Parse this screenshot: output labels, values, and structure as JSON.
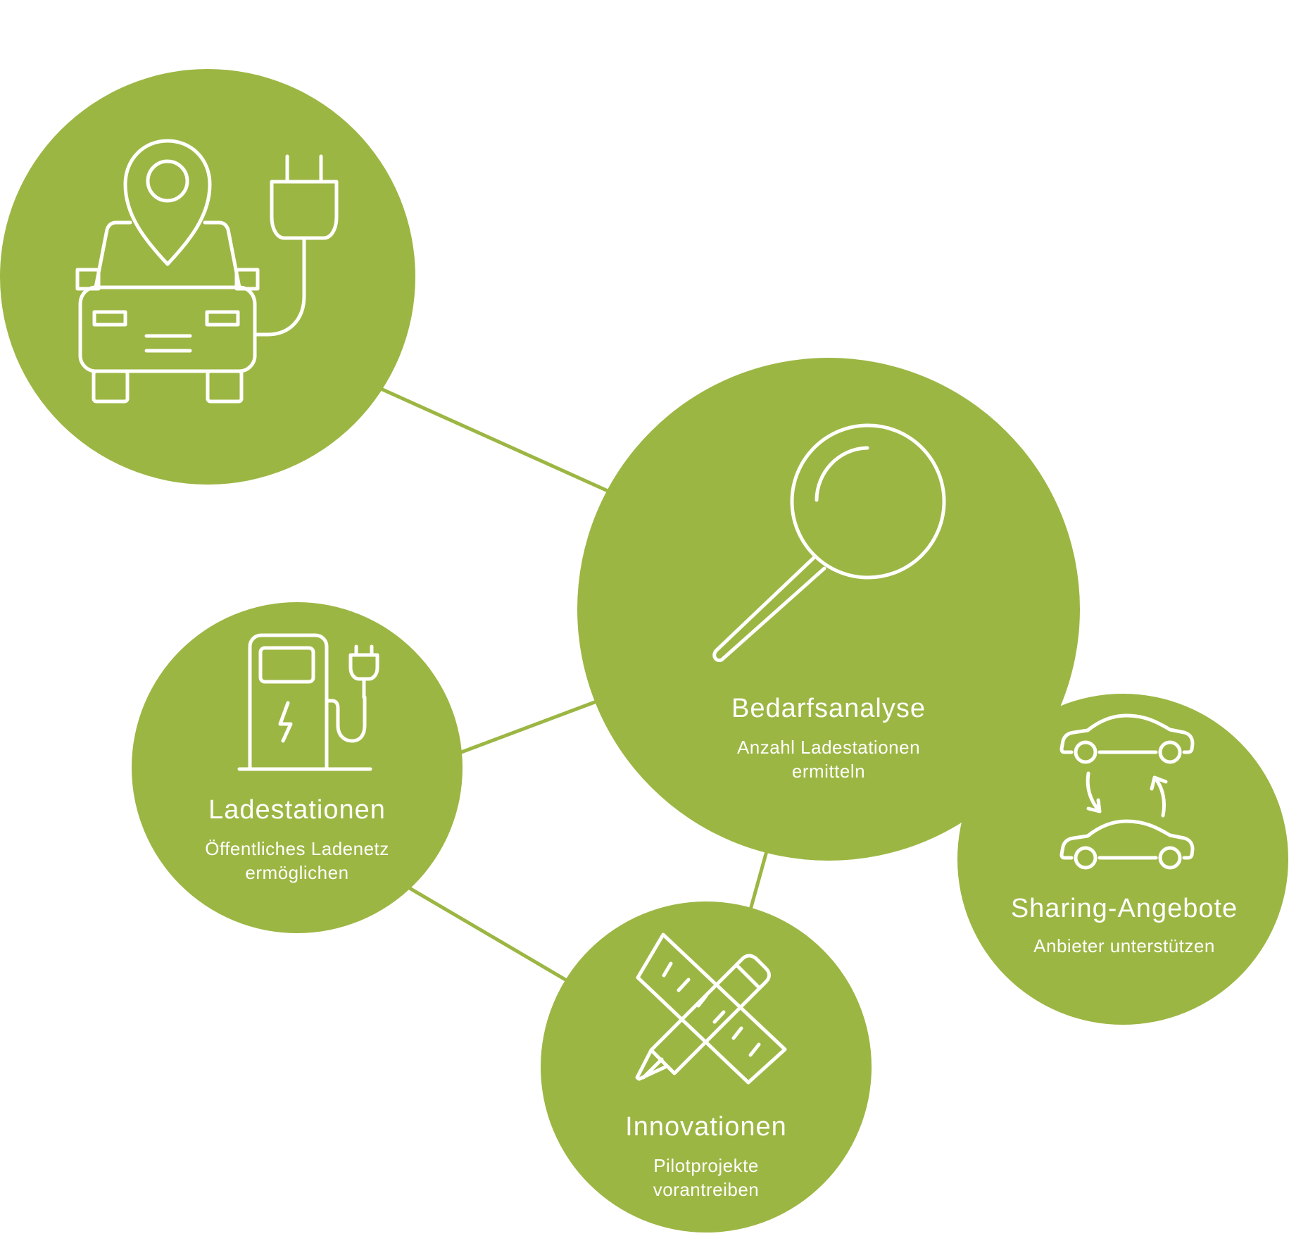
{
  "colors": {
    "node_fill": "#9cb643",
    "connector": "#9cb643",
    "icon_stroke": "#ffffff",
    "text": "#ffffff",
    "background": "#ffffff"
  },
  "nodes": {
    "ecar": {
      "icon": "electric-car-location-plug-icon"
    },
    "analysis": {
      "icon": "magnifier-icon",
      "title": "Bedarfsanalyse",
      "subtitle_line1": "Anzahl Ladestationen",
      "subtitle_line2": "ermitteln"
    },
    "stations": {
      "icon": "charging-station-icon",
      "title": "Ladestationen",
      "subtitle_line1": "Öffentliches Ladenetz",
      "subtitle_line2": "ermöglichen"
    },
    "innovations": {
      "icon": "ruler-pencil-icon",
      "title": "Innovationen",
      "subtitle_line1": "Pilotprojekte",
      "subtitle_line2": "vorantreiben"
    },
    "sharing": {
      "icon": "car-sharing-icon",
      "title": "Sharing-Angebote",
      "subtitle_line1": "Anbieter unterstützen"
    }
  }
}
